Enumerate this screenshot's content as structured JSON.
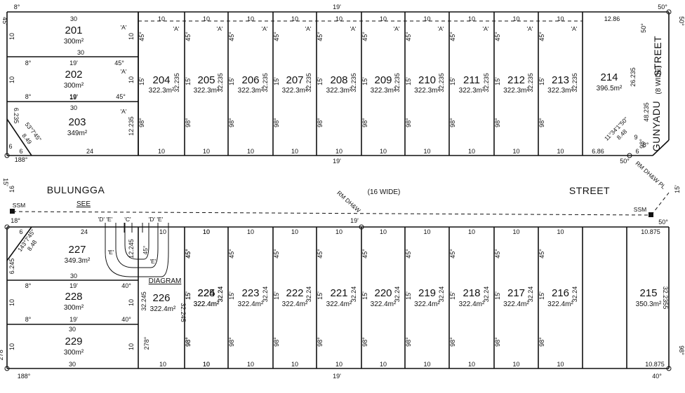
{
  "lots_north": [
    {
      "num": "204",
      "area": "322.3m²"
    },
    {
      "num": "205",
      "area": "322.3m²"
    },
    {
      "num": "206",
      "area": "322.3m²"
    },
    {
      "num": "207",
      "area": "322.3m²"
    },
    {
      "num": "208",
      "area": "322.3m²"
    },
    {
      "num": "209",
      "area": "322.3m²"
    },
    {
      "num": "210",
      "area": "322.3m²"
    },
    {
      "num": "211",
      "area": "322.3m²"
    },
    {
      "num": "212",
      "area": "322.3m²"
    },
    {
      "num": "213",
      "area": "322.3m²"
    }
  ],
  "lot_214": {
    "num": "214",
    "area": "396.5m²",
    "front": "12.86",
    "depth": "26.235",
    "bottom": "6.86",
    "corner_arc": "11°34'1\"50\"",
    "corner_chord": "8.48"
  },
  "lots_west_north": [
    {
      "num": "201",
      "area": "300m²",
      "top": "30",
      "bottom": "30",
      "left": "10",
      "right": "10",
      "tag": "'A'"
    },
    {
      "num": "202",
      "area": "300m²",
      "top": "19'",
      "bottom": "19'",
      "left": "10",
      "right": "10",
      "tag": "'A'"
    },
    {
      "num": "203",
      "area": "349m²",
      "top": "30",
      "bottom": "24",
      "left": "6.235",
      "right": "12.235",
      "tag": "'A'"
    }
  ],
  "lot_203_chord": {
    "arc": "53°7'45\"",
    "chord": "8.49"
  },
  "lots_south": [
    {
      "num": "225",
      "area": "322.4m²"
    },
    {
      "num": "224",
      "area": "322.4m²"
    },
    {
      "num": "223",
      "area": "322.4m²"
    },
    {
      "num": "222",
      "area": "322.4m²"
    },
    {
      "num": "221",
      "area": "322.4m²"
    },
    {
      "num": "220",
      "area": "322.4m²"
    },
    {
      "num": "219",
      "area": "322.4m²"
    },
    {
      "num": "218",
      "area": "322.4m²"
    },
    {
      "num": "217",
      "area": "322.4m²"
    },
    {
      "num": "216",
      "area": "322.4m²"
    }
  ],
  "lot_215": {
    "num": "215",
    "area": "350.3m²",
    "front": "10.875",
    "depth": "32.2355",
    "bottom": "10.875"
  },
  "lots_west_south": [
    {
      "num": "227",
      "area": "349.3m²",
      "top": "24",
      "bottom": "30",
      "left": "6.245",
      "right": "12.245"
    },
    {
      "num": "228",
      "area": "300m²",
      "top": "19'",
      "bottom": "19'",
      "left": "10",
      "right": "10"
    },
    {
      "num": "229",
      "area": "300m²",
      "top": "30",
      "bottom": "30",
      "left": "10",
      "right": "10"
    }
  ],
  "lot_226": {
    "num": "226",
    "area": "322.4m²",
    "depth": "32.245"
  },
  "lot_227_chord": {
    "arc": "143°7'45\"",
    "chord": "8.48"
  },
  "labels": {
    "dim_10": "10",
    "dim_32_235": "32.235",
    "dim_32_24": "32.24",
    "dim_45": "45°",
    "dim_98": "98°",
    "dim_15": "15'",
    "dim_278": "278°",
    "dim_40": "40°",
    "dim_8": "8°",
    "dim_188": "188°",
    "dim_50": "50°",
    "dim_6": "6",
    "dim_19": "19'",
    "dim_18": "18°",
    "dim_16": "16",
    "tag_a": "'A'",
    "tag_c": "'C'",
    "tag_e": "'E'",
    "tag_de": "'D' 'E'",
    "ssm": "SSM",
    "rm_dhw": "RM DH&W",
    "rm_dhw_pl": "RM DH&W PL",
    "street_west": "BULUNGGA",
    "street_east": "STREET",
    "street_width": "(16 WIDE)",
    "gunyadu": "GUNYADU",
    "gunyadu_street": "STREET",
    "gunyadu_width": "(8 WIDE)",
    "gunyadu_depth": "48.235",
    "see": "SEE",
    "diagram": "DIAGRAM",
    "top_edge_19": "19'",
    "top_left_8": "8°",
    "top_left_45": "45'",
    "top_right_50": "50°",
    "mid_19": "19'",
    "bottom_19": "19'",
    "bottom_right_40": "40°",
    "bottom_right_98": "98°",
    "right_15": "15'",
    "corner_6_1": "6",
    "corner_6_2": "6",
    "corner_9": "9",
    "corner_98_right": "98°",
    "dim_30": "30",
    "dim_24": "24",
    "dim_10875": "10.875",
    "dim_686": "6.86",
    "dim_1286": "12.86",
    "dim_26235": "26.235",
    "dim_12245": "12.245",
    "dim_6245": "6.245",
    "dim_12235": "12.235",
    "dim_6235": "6.235"
  }
}
